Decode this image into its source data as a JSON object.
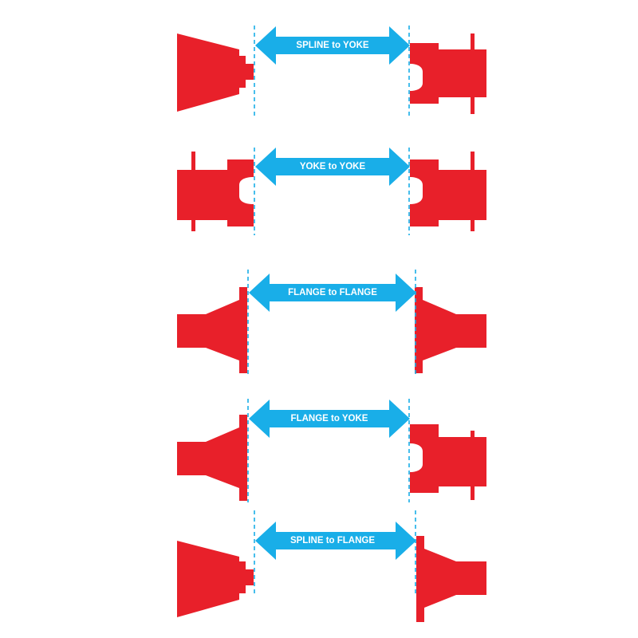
{
  "colors": {
    "part": "#e8202a",
    "arrow": "#19aee8",
    "guide": "#19aee8",
    "label": "#ffffff",
    "background": "#ffffff"
  },
  "rows": [
    {
      "label": "SPLINE to YOKE",
      "left_part": "spline",
      "right_part": "yoke"
    },
    {
      "label": "YOKE to YOKE",
      "left_part": "yoke",
      "right_part": "yoke"
    },
    {
      "label": "FLANGE to FLANGE",
      "left_part": "flange",
      "right_part": "flange"
    },
    {
      "label": "FLANGE to YOKE",
      "left_part": "flange",
      "right_part": "yoke"
    },
    {
      "label": "SPLINE to FLANGE",
      "left_part": "spline",
      "right_part": "flange"
    }
  ]
}
